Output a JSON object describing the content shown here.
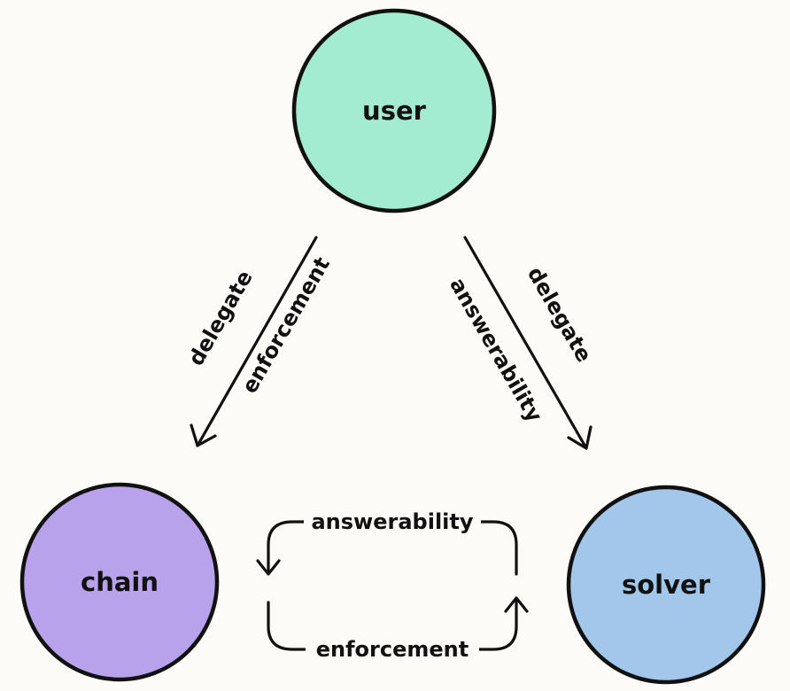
{
  "nodes": {
    "user": {
      "label": "user",
      "color": "#a3ecd2"
    },
    "chain": {
      "label": "chain",
      "color": "#b8a2ec"
    },
    "solver": {
      "label": "solver",
      "color": "#a3c6eb"
    }
  },
  "edges": {
    "user_to_chain": {
      "line1": "delegate",
      "line2": "enforcement"
    },
    "user_to_solver": {
      "line1": "delegate",
      "line2": "answerability"
    },
    "solver_to_chain": {
      "label": "answerability"
    },
    "chain_to_solver": {
      "label": "enforcement"
    }
  },
  "colors": {
    "background": "#fcfbf7",
    "stroke": "#111111"
  }
}
